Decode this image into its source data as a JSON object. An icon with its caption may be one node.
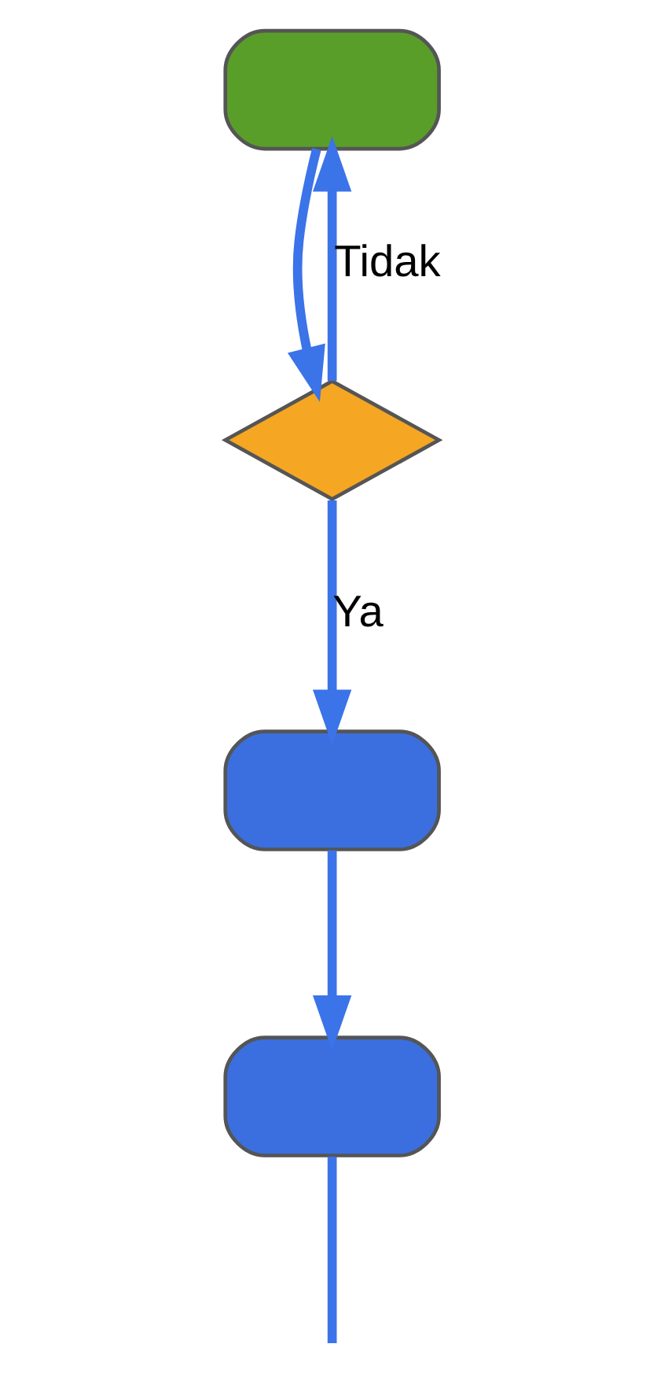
{
  "diagram": {
    "nodes": [
      {
        "text": [],
        "shape": "box"
      },
      {
        "text": [],
        "shape": "diamond"
      },
      {
        "text": [],
        "shape": "box"
      },
      {
        "text": [],
        "shape": "box"
      }
    ],
    "edges": [
      {
        "from": 0,
        "to": 1,
        "arrow": "to"
      },
      {
        "from": 1,
        "to": 0,
        "arrow": "to",
        "label": "Tidak"
      },
      {
        "from": 1,
        "to": 2,
        "arrow": "to",
        "label": "Ya"
      },
      {
        "from": 2,
        "to": 3,
        "arrow": "to"
      },
      {
        "from": 3,
        "to": null,
        "arrow": "none"
      }
    ]
  }
}
